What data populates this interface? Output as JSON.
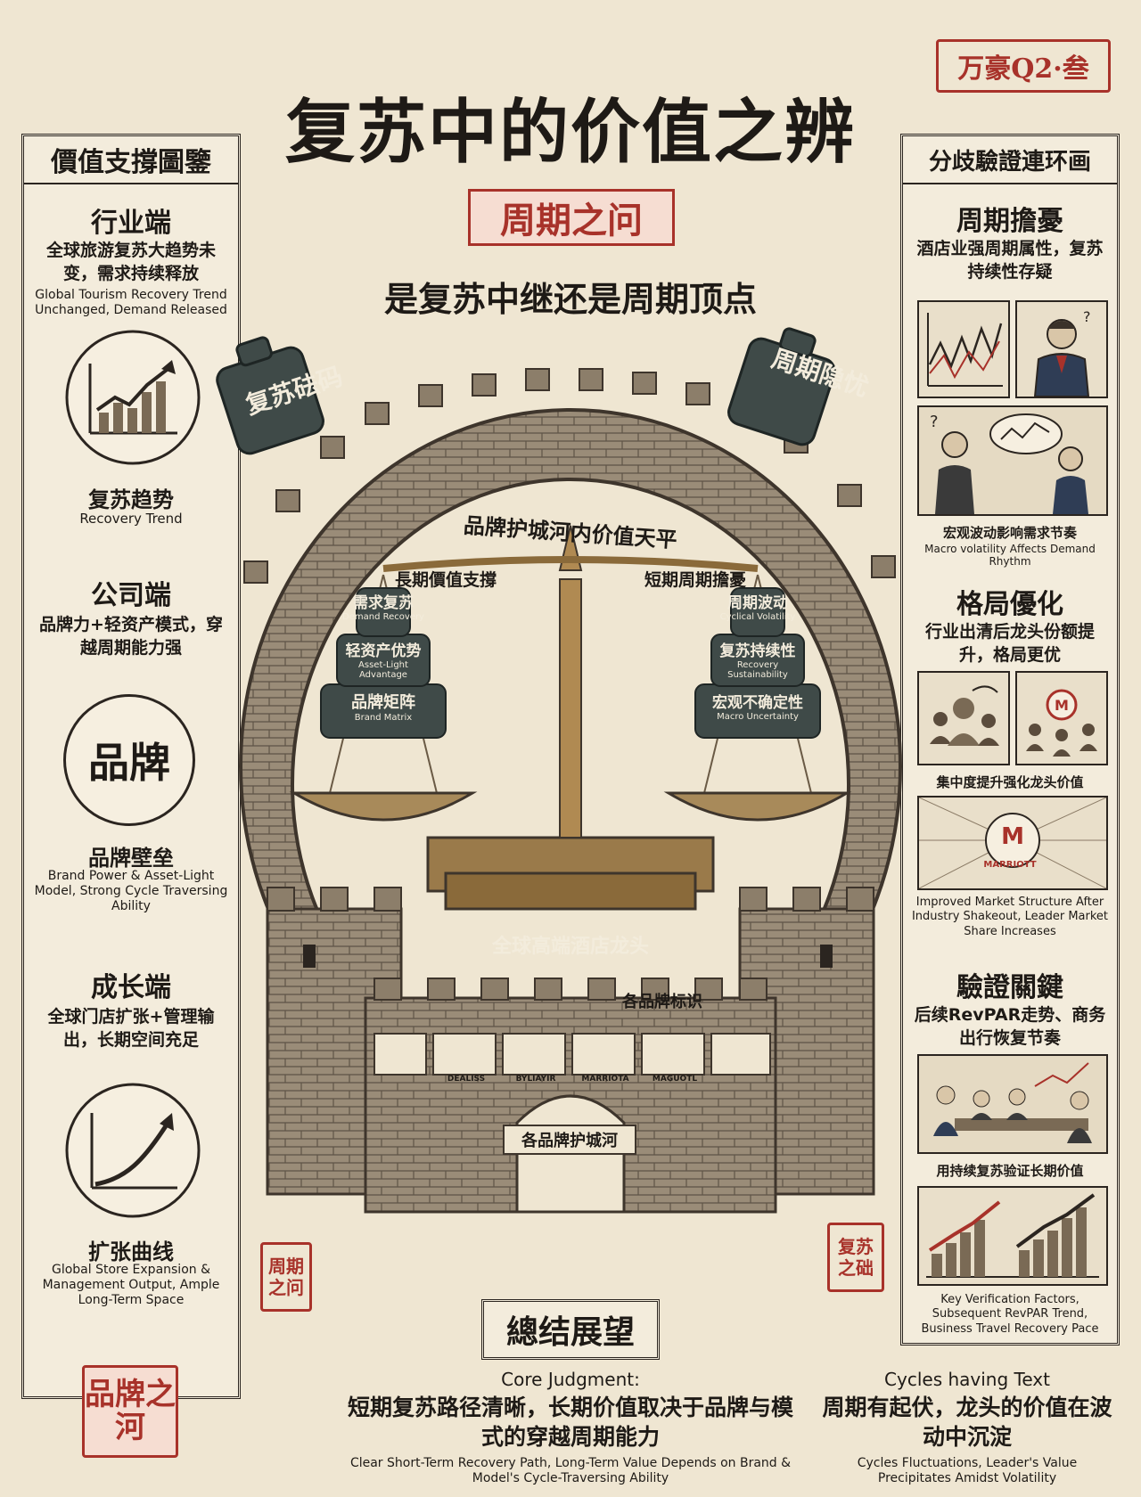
{
  "corner_seal": "万豪Q2·叁",
  "title": "复苏中的价值之辨",
  "subtitle_badge": "周期之问",
  "subtitle": "是复苏中继还是周期顶点",
  "left_panel": {
    "header": "價值支撐圖鑒",
    "industry": {
      "heading": "行业端",
      "zh": "全球旅游复苏大趋势未变，需求持续释放",
      "en": "Global Tourism Recovery Trend Unchanged, Demand Released",
      "icon_zh": "复苏趋势",
      "icon_en": "Recovery Trend"
    },
    "company": {
      "heading": "公司端",
      "zh": "品牌力+轻资产模式，穿越周期能力强",
      "badge": "品牌",
      "icon_zh": "品牌壁垒",
      "icon_en": "Brand Power & Asset-Light Model, Strong Cycle Traversing Ability"
    },
    "growth": {
      "heading": "成长端",
      "zh": "全球门店扩张+管理输出，长期空间充足",
      "icon_zh": "扩张曲线",
      "icon_en": "Global Store Expansion & Management Output, Ample Long-Term Space"
    }
  },
  "right_panel": {
    "header": "分歧驗證連环画",
    "cycle": {
      "heading": "周期擔憂",
      "zh": "酒店业强周期属性，复苏持续性存疑",
      "caption_zh": "宏观波动影响需求节奏",
      "caption_en": "Macro volatility Affects Demand Rhythm"
    },
    "structure": {
      "heading": "格局優化",
      "zh": "行业出清后龙头份额提升，格局更优",
      "caption_zh": "集中度提升强化龙头价值",
      "logo": "MARRIOTT",
      "caption_en": "Improved Market Structure After Industry Shakeout, Leader Market Share Increases"
    },
    "verify": {
      "heading": "驗證關鍵",
      "zh": "后续RevPAR走势、商务出行恢复节奏",
      "caption_zh": "用持续复苏验证长期价值",
      "caption_en": "Key Verification Factors, Subsequent RevPAR Trend, Business Travel Recovery Pace"
    }
  },
  "center": {
    "weight_left": "复苏砝码",
    "weight_right": "周期隐忧",
    "arc_label": "品牌护城河内价值天平",
    "label_long": "長期價值支撐",
    "label_short": "短期周期擔憂",
    "left_stack": [
      {
        "zh": "需求复苏",
        "en": "Demand Recovery"
      },
      {
        "zh": "轻资产优势",
        "en": "Asset-Light Advantage"
      },
      {
        "zh": "品牌矩阵",
        "en": "Brand Matrix"
      }
    ],
    "right_stack": [
      {
        "zh": "周期波动",
        "en": "Cyclical Volatility"
      },
      {
        "zh": "复苏持续性",
        "en": "Recovery Sustainability"
      },
      {
        "zh": "宏观不确定性",
        "en": "Macro Uncertainty"
      }
    ],
    "base_plate": "全球高端酒店龙头",
    "brand_tag_label": "各品牌标识",
    "gate_plaque": "各品牌护城河",
    "wall_logos": [
      "DEALISS",
      "BYLIAYIR",
      "MARRIOTA",
      "MAGUOTL"
    ],
    "seal_left": "周期之问",
    "seal_right": "复苏之础"
  },
  "summary": {
    "heading": "總结展望",
    "left_label": "Core Judgment:",
    "left_zh": "短期复苏路径清晰，长期价值取决于品牌与模式的穿越周期能力",
    "left_en": "Clear Short-Term Recovery Path, Long-Term Value Depends on Brand & Model's Cycle-Traversing Ability",
    "right_label": "Cycles having Text",
    "right_zh": "周期有起伏，龙头的价值在波动中沉淀",
    "right_en": "Cycles Fluctuations, Leader's Value Precipitates Amidst Volatility"
  },
  "bottom_left_stamp": "品牌之河"
}
